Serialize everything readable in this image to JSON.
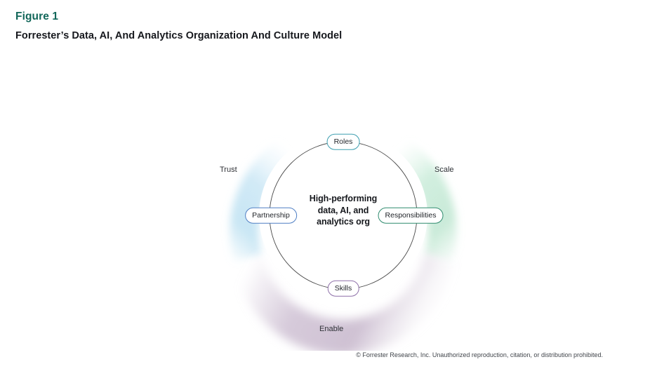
{
  "header": {
    "figure_label": "Figure 1",
    "figure_label_color": "#12675a",
    "title": "Forrester’s Data, AI, And Analytics Organization And Culture Model"
  },
  "diagram": {
    "type": "circular-model",
    "center_text_lines": [
      "High-performing",
      "data, AI, and",
      "analytics org"
    ],
    "nodes": [
      {
        "id": "roles",
        "label": "Roles",
        "position": "top",
        "border_color": "#3f9fb0"
      },
      {
        "id": "responsibilities",
        "label": "Responsibilities",
        "position": "right",
        "border_color": "#2f8b6e"
      },
      {
        "id": "skills",
        "label": "Skills",
        "position": "bottom",
        "border_color": "#8d6fa8"
      },
      {
        "id": "partnership",
        "label": "Partnership",
        "position": "left",
        "border_color": "#4f7fc4"
      }
    ],
    "outer_labels": [
      {
        "id": "trust",
        "label": "Trust",
        "position": "left",
        "band_color": "#bfe2f2"
      },
      {
        "id": "scale",
        "label": "Scale",
        "position": "right",
        "band_color": "#c3e8d4"
      },
      {
        "id": "enable",
        "label": "Enable",
        "position": "bottom",
        "band_color": "#cfc1d4"
      }
    ],
    "inner_ring_color": "#4a4a4a"
  },
  "footer": {
    "copyright": "© Forrester Research, Inc. Unauthorized reproduction, citation, or distribution prohibited."
  }
}
